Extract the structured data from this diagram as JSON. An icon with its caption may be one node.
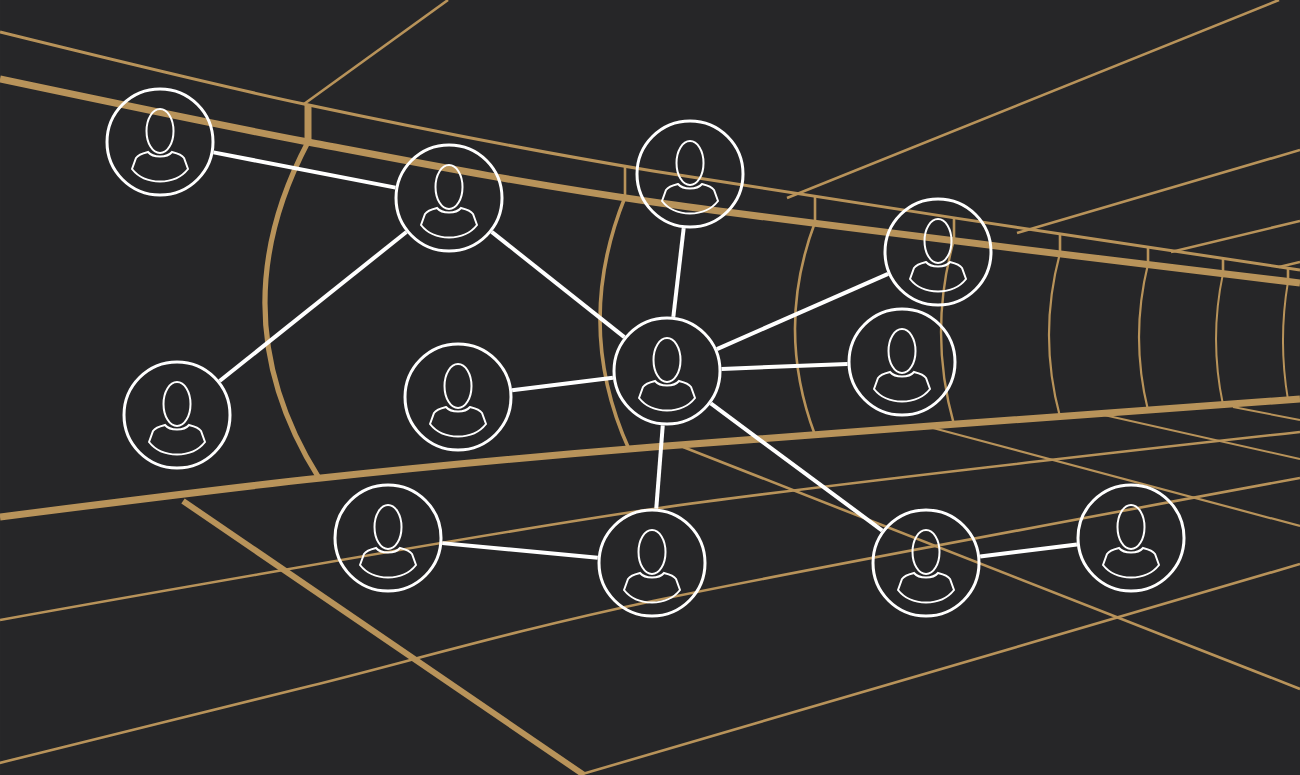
{
  "diagram": {
    "nodes": [
      {
        "text": [],
        "shape": "person"
      },
      {
        "text": [],
        "shape": "person"
      },
      {
        "text": [],
        "shape": "person"
      },
      {
        "text": [],
        "shape": "person"
      },
      {
        "text": [],
        "shape": "person"
      },
      {
        "text": [],
        "shape": "person"
      },
      {
        "text": [],
        "shape": "person"
      },
      {
        "text": [],
        "shape": "person"
      },
      {
        "text": [],
        "shape": "person"
      },
      {
        "text": [],
        "shape": "person"
      },
      {
        "text": [],
        "shape": "person"
      },
      {
        "text": [],
        "shape": "person"
      }
    ],
    "edges": [
      {
        "from": 0,
        "to": 1,
        "arrow": "none"
      },
      {
        "from": 1,
        "to": 4,
        "arrow": "none"
      },
      {
        "from": 1,
        "to": 6,
        "arrow": "none"
      },
      {
        "from": 2,
        "to": 6,
        "arrow": "none"
      },
      {
        "from": 3,
        "to": 6,
        "arrow": "none"
      },
      {
        "from": 5,
        "to": 6,
        "arrow": "none"
      },
      {
        "from": 6,
        "to": 7,
        "arrow": "none"
      },
      {
        "from": 6,
        "to": 9,
        "arrow": "none"
      },
      {
        "from": 6,
        "to": 10,
        "arrow": "none"
      },
      {
        "from": 8,
        "to": 9,
        "arrow": "none"
      },
      {
        "from": 10,
        "to": 11,
        "arrow": "none"
      }
    ]
  }
}
